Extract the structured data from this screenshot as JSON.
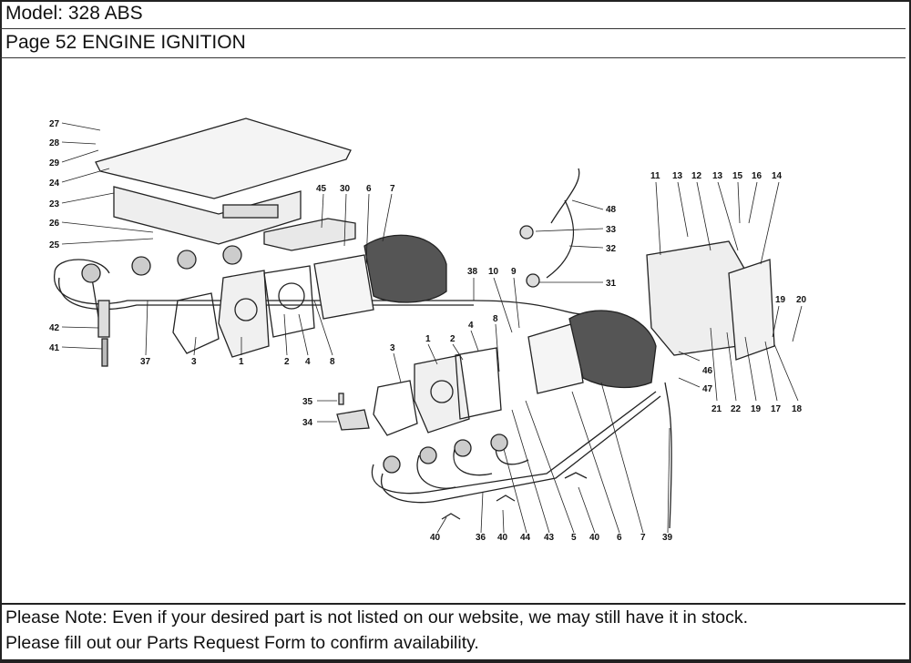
{
  "header": {
    "model_line": "Model: 328 ABS",
    "page_line": "Page 52  ENGINE IGNITION"
  },
  "diagram": {
    "title": "ENGINE IGNITION exploded parts diagram",
    "callouts": [
      {
        "id": "c27",
        "label": "27"
      },
      {
        "id": "c28",
        "label": "28"
      },
      {
        "id": "c29",
        "label": "29"
      },
      {
        "id": "c24",
        "label": "24"
      },
      {
        "id": "c23",
        "label": "23"
      },
      {
        "id": "c26",
        "label": "26"
      },
      {
        "id": "c25",
        "label": "25"
      },
      {
        "id": "c42",
        "label": "42"
      },
      {
        "id": "c41",
        "label": "41"
      },
      {
        "id": "c37",
        "label": "37"
      },
      {
        "id": "c3a",
        "label": "3"
      },
      {
        "id": "c1a",
        "label": "1"
      },
      {
        "id": "c2a",
        "label": "2"
      },
      {
        "id": "c4a",
        "label": "4"
      },
      {
        "id": "c8a",
        "label": "8"
      },
      {
        "id": "c45",
        "label": "45"
      },
      {
        "id": "c30",
        "label": "30"
      },
      {
        "id": "c6a",
        "label": "6"
      },
      {
        "id": "c7a",
        "label": "7"
      },
      {
        "id": "c48",
        "label": "48"
      },
      {
        "id": "c33",
        "label": "33"
      },
      {
        "id": "c32",
        "label": "32"
      },
      {
        "id": "c31",
        "label": "31"
      },
      {
        "id": "c38",
        "label": "38"
      },
      {
        "id": "c10",
        "label": "10"
      },
      {
        "id": "c9",
        "label": "9"
      },
      {
        "id": "c3b",
        "label": "3"
      },
      {
        "id": "c1b",
        "label": "1"
      },
      {
        "id": "c2b",
        "label": "2"
      },
      {
        "id": "c4b",
        "label": "4"
      },
      {
        "id": "c8b",
        "label": "8"
      },
      {
        "id": "c35",
        "label": "35"
      },
      {
        "id": "c34",
        "label": "34"
      },
      {
        "id": "c11",
        "label": "11"
      },
      {
        "id": "c13a",
        "label": "13"
      },
      {
        "id": "c12",
        "label": "12"
      },
      {
        "id": "c13b",
        "label": "13"
      },
      {
        "id": "c15",
        "label": "15"
      },
      {
        "id": "c16",
        "label": "16"
      },
      {
        "id": "c14",
        "label": "14"
      },
      {
        "id": "c19a",
        "label": "19"
      },
      {
        "id": "c20",
        "label": "20"
      },
      {
        "id": "c46",
        "label": "46"
      },
      {
        "id": "c47",
        "label": "47"
      },
      {
        "id": "c21",
        "label": "21"
      },
      {
        "id": "c22",
        "label": "22"
      },
      {
        "id": "c19b",
        "label": "19"
      },
      {
        "id": "c17",
        "label": "17"
      },
      {
        "id": "c18",
        "label": "18"
      },
      {
        "id": "c40a",
        "label": "40"
      },
      {
        "id": "c36",
        "label": "36"
      },
      {
        "id": "c40b",
        "label": "40"
      },
      {
        "id": "c44",
        "label": "44"
      },
      {
        "id": "c43",
        "label": "43"
      },
      {
        "id": "c5",
        "label": "5"
      },
      {
        "id": "c40c",
        "label": "40"
      },
      {
        "id": "c6b",
        "label": "6"
      },
      {
        "id": "c7b",
        "label": "7"
      },
      {
        "id": "c39",
        "label": "39"
      }
    ]
  },
  "footer": {
    "note_line1": "Please Note: Even if your desired part is not listed on our website, we may still have it in stock.",
    "note_line2": "Please fill out our Parts Request Form to confirm availability."
  }
}
